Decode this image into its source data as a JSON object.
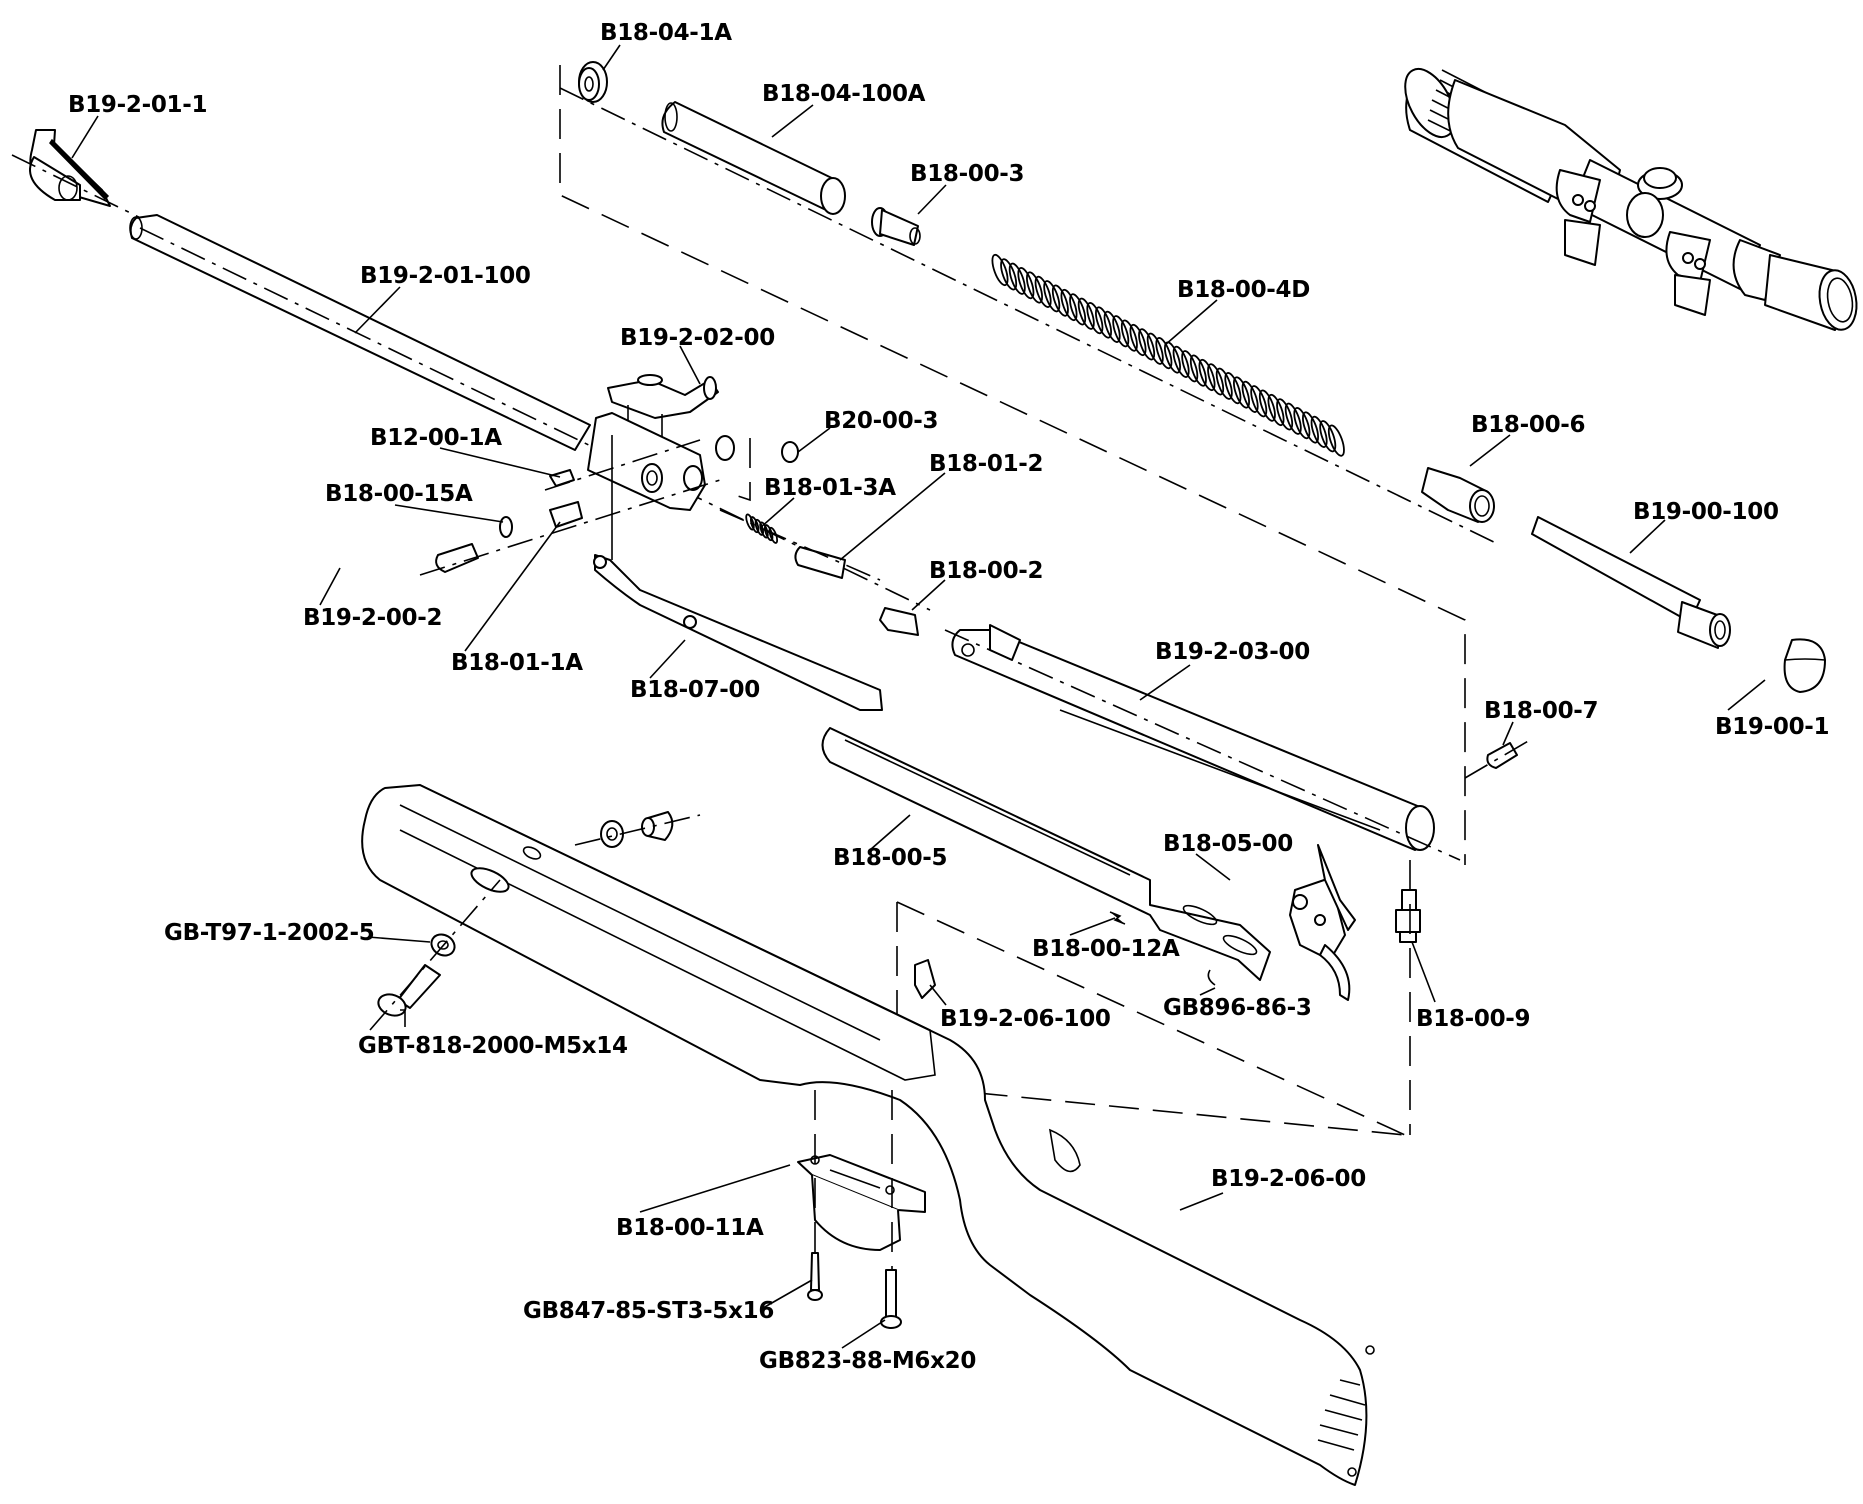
{
  "diagram": {
    "type": "exploded-parts-diagram",
    "subject": "air rifle with telescopic scope",
    "background_color": "#ffffff",
    "line_color": "#000000",
    "parts": [
      {
        "id": "B19-2-01-1",
        "label": "B19-2-01-1",
        "depicts": "front sight"
      },
      {
        "id": "B19-2-01-100",
        "label": "B19-2-01-100",
        "depicts": "barrel"
      },
      {
        "id": "B18-04-1A",
        "label": "B18-04-1A",
        "depicts": "piston seal washer"
      },
      {
        "id": "B18-04-100A",
        "label": "B18-04-100A",
        "depicts": "piston"
      },
      {
        "id": "B18-00-3",
        "label": "B18-00-3",
        "depicts": "spring guide"
      },
      {
        "id": "B18-00-4D",
        "label": "B18-00-4D",
        "depicts": "main spring"
      },
      {
        "id": "B19-2-02-00",
        "label": "B19-2-02-00",
        "depicts": "rear sight assembly"
      },
      {
        "id": "B20-00-3",
        "label": "B20-00-3",
        "depicts": "washer"
      },
      {
        "id": "B12-00-1A",
        "label": "B12-00-1A",
        "depicts": "pin"
      },
      {
        "id": "B18-01-2",
        "label": "B18-01-2",
        "depicts": "detent plunger"
      },
      {
        "id": "B18-00-6",
        "label": "B18-00-6",
        "depicts": "end bushing"
      },
      {
        "id": "B18-01-3A",
        "label": "B18-01-3A",
        "depicts": "detent spring"
      },
      {
        "id": "B18-00-15A",
        "label": "B18-00-15A",
        "depicts": "washer"
      },
      {
        "id": "B19-00-100",
        "label": "B19-00-100",
        "depicts": "end plug rod"
      },
      {
        "id": "B18-00-2",
        "label": "B18-00-2",
        "depicts": "breech seal"
      },
      {
        "id": "B19-2-00-2",
        "label": "B19-2-00-2",
        "depicts": "pivot bolt"
      },
      {
        "id": "B18-01-1A",
        "label": "B18-01-1A",
        "depicts": "pivot bushing"
      },
      {
        "id": "B19-2-03-00",
        "label": "B19-2-03-00",
        "depicts": "receiver tube"
      },
      {
        "id": "B18-07-00",
        "label": "B18-07-00",
        "depicts": "cocking lever"
      },
      {
        "id": "B18-00-7",
        "label": "B18-00-7",
        "depicts": "trigger pin"
      },
      {
        "id": "B19-00-1",
        "label": "B19-00-1",
        "depicts": "end cap"
      },
      {
        "id": "B18-00-5",
        "label": "B18-00-5",
        "depicts": "cocking link"
      },
      {
        "id": "B18-05-00",
        "label": "B18-05-00",
        "depicts": "trigger assembly"
      },
      {
        "id": "GB-T97-1-2002-5",
        "label": "GB-T97-1-2002-5",
        "depicts": "washer"
      },
      {
        "id": "B18-00-12A",
        "label": "B18-00-12A",
        "depicts": "small spring"
      },
      {
        "id": "GB896-86-3",
        "label": "GB896-86-3",
        "depicts": "e-clip"
      },
      {
        "id": "B19-2-06-100",
        "label": "B19-2-06-100",
        "depicts": "safety clip"
      },
      {
        "id": "B18-00-9",
        "label": "B18-00-9",
        "depicts": "screw"
      },
      {
        "id": "GBT-818-2000-M5x14",
        "label": "GBT-818-2000-M5x14",
        "depicts": "stock screw"
      },
      {
        "id": "B19-2-06-00",
        "label": "B19-2-06-00",
        "depicts": "stock"
      },
      {
        "id": "B18-00-11A",
        "label": "B18-00-11A",
        "depicts": "trigger guard"
      },
      {
        "id": "GB847-85-ST3-5x16",
        "label": "GB847-85-ST3-5x16",
        "depicts": "trigger guard screw"
      },
      {
        "id": "GB823-88-M6x20",
        "label": "GB823-88-M6x20",
        "depicts": "trigger guard bolt"
      }
    ],
    "unlabeled_items": [
      "telescopic scope with mounts"
    ]
  }
}
